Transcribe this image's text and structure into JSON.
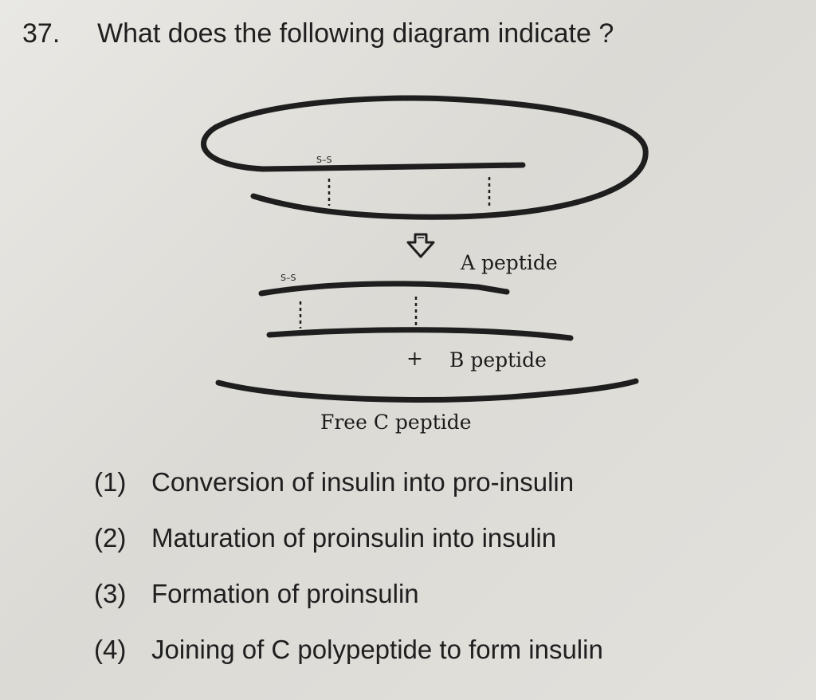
{
  "question": {
    "number": "37.",
    "text": "What does the following diagram indicate ?"
  },
  "diagram": {
    "label_a": "A peptide",
    "label_b": "B peptide",
    "label_c": "Free C peptide",
    "plus_sign": "+",
    "bond_ss_top": "S–S",
    "bond_ss_mid": "S–S"
  },
  "options": [
    {
      "num": "(1)",
      "text": "Conversion of insulin into pro-insulin"
    },
    {
      "num": "(2)",
      "text": "Maturation of proinsulin into insulin"
    },
    {
      "num": "(3)",
      "text": "Formation of proinsulin"
    },
    {
      "num": "(4)",
      "text": "Joining of C polypeptide to form insulin"
    }
  ]
}
